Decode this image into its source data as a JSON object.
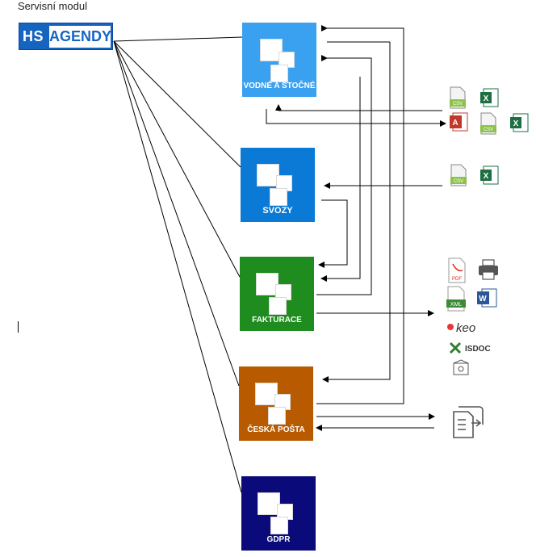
{
  "header": {
    "title": "Servisní modul"
  },
  "logo": {
    "left": "HS",
    "right": "AGENDY"
  },
  "modules": [
    {
      "label": "VODNÉ A STOČNÉ",
      "color": "#3aa0f0"
    },
    {
      "label": "SVOZY",
      "color": "#0a7ad6"
    },
    {
      "label": "FAKTURACE",
      "color": "#1e8c1e"
    },
    {
      "label": "ČESKÁ POŠTA",
      "color": "#b85a00"
    },
    {
      "label": "GDPR",
      "color": "#0a0a7a"
    }
  ],
  "icons": {
    "csv": "CSV",
    "pdf": "PDF",
    "xml": "XML",
    "keo": "keo",
    "isdoc": "ISDOC",
    "word": "W",
    "excel": "X",
    "access": "A"
  },
  "colors": {
    "excel": "#1d6f42",
    "word": "#2b579a",
    "access": "#c0392b",
    "pdf": "#e0301e",
    "xml": "#3d8b37"
  }
}
